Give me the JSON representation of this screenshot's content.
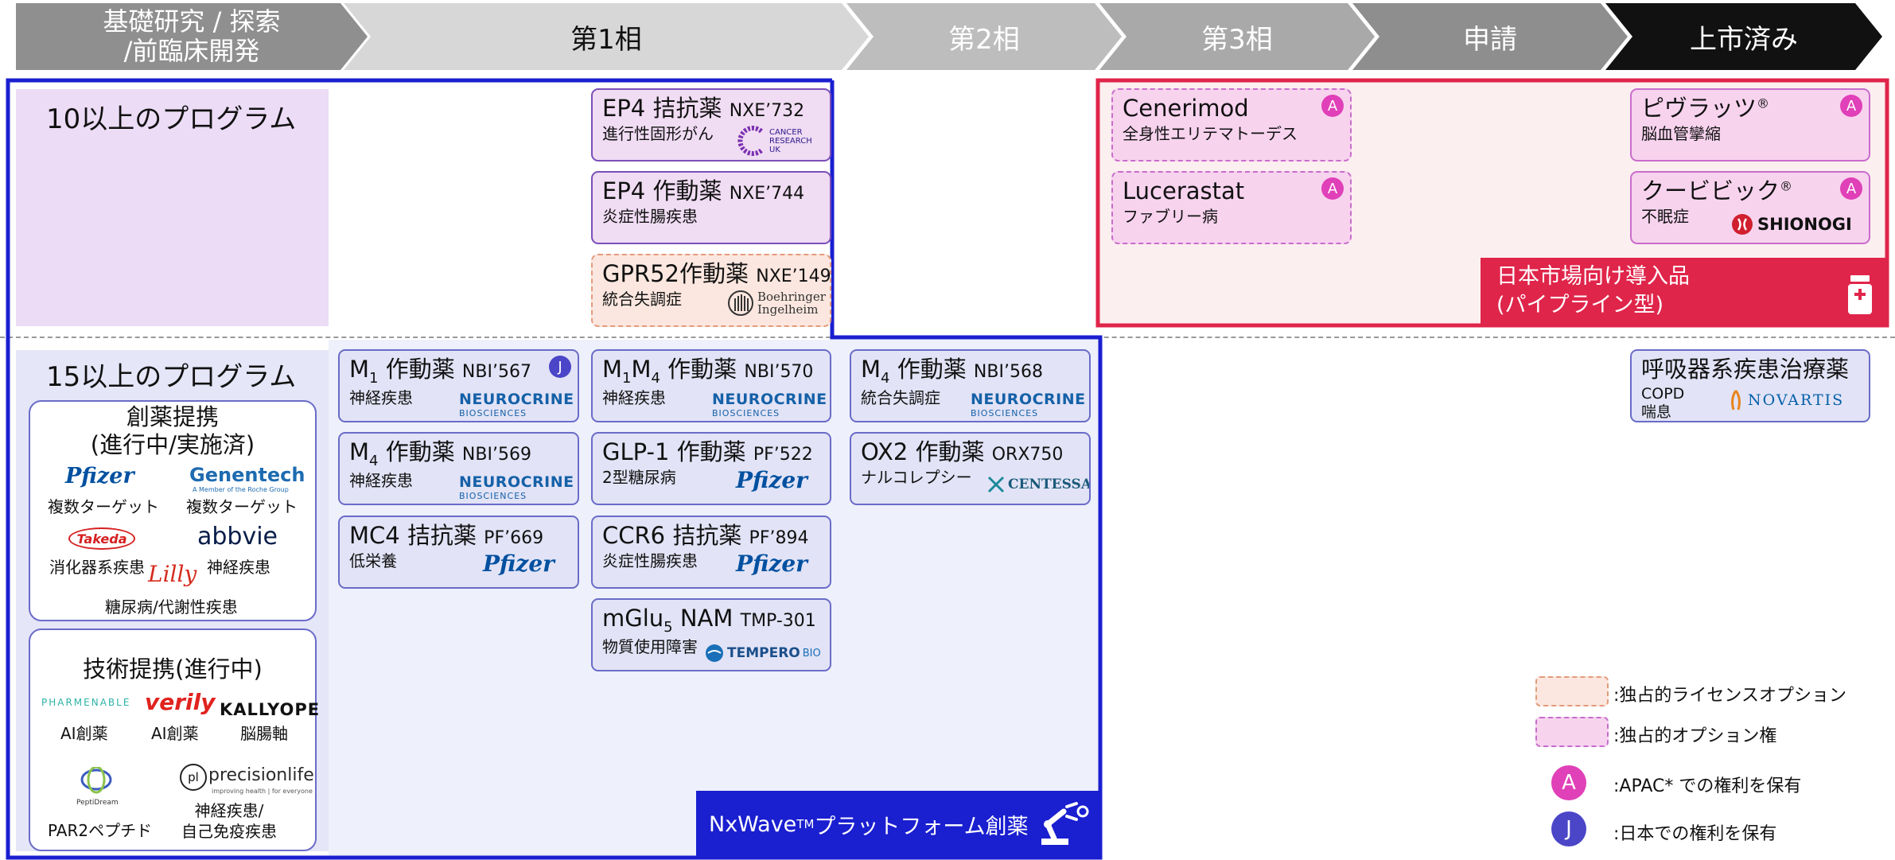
{
  "phases": [
    {
      "label": "基礎研究 / 探索\n/前臨床開発"
    },
    {
      "label": "第1相"
    },
    {
      "label": "第2相"
    },
    {
      "label": "第3相"
    },
    {
      "label": "申請"
    },
    {
      "label": "上市済み"
    }
  ],
  "sections": {
    "top_label": "10以上のプログラム",
    "bottom_label": "15以上のプログラム"
  },
  "partnerships": {
    "discovery_title": "創薬提携\n(進行中/実施済)",
    "pfizer_logo": "Pfizer",
    "pfizer_note": "複数ターゲット",
    "genentech_logo": "Genentech",
    "genentech_tagline": "A Member of the Roche Group",
    "genentech_note": "複数ターゲット",
    "takeda_logo": "Takeda",
    "takeda_note": "消化器系疾患",
    "abbvie_logo": "abbvie",
    "abbvie_note": "神経疾患",
    "lilly_logo": "Lilly",
    "lilly_note": "糖尿病/代謝性疾患",
    "tech_title": "技術提携(進行中)",
    "pharmenable_logo": "PHARMENABLE",
    "pharmenable_note": "AI創薬",
    "verily_logo": "verily",
    "verily_note": "AI創薬",
    "kallyope_logo": "KALLYOPE",
    "kallyope_note": "脳腸軸",
    "peptidream_logo": "PeptiDream",
    "peptidream_note": "PAR2ペプチド",
    "precisionlife_logo": "precisionlife",
    "precisionlife_tagline": "improving health | for everyone",
    "precisionlife_note": "神経疾患/\n自己免疫疾患"
  },
  "cards": {
    "ep4ant": {
      "title": "EP4 拮抗薬",
      "code": "NXE’732",
      "sub": "進行性固形がん",
      "logo": "CANCER\nRESEARCH\nUK"
    },
    "ep4ago": {
      "title": "EP4 作動薬",
      "code": "NXE’744",
      "sub": "炎症性腸疾患"
    },
    "gpr52": {
      "title": "GPR52作動薬",
      "code": "NXE’149",
      "sub": "統合失調症",
      "logo": "Boehringer\nIngelheim"
    },
    "m1_567": {
      "title_pre": "M",
      "title_sub": "1",
      "title_post": " 作動薬",
      "code": "NBI’567",
      "sub": "神経疾患",
      "badge": "J",
      "logo": "NEUROCRINE",
      "logo_small": "BIOSCIENCES"
    },
    "m1m4_570": {
      "title_pre": "M",
      "title_sub": "1",
      "title_mid": "M",
      "title_sub2": "4",
      "title_post": " 作動薬",
      "code": "NBI’570",
      "sub": "神経疾患",
      "logo": "NEUROCRINE",
      "logo_small": "BIOSCIENCES"
    },
    "m4_568": {
      "title_pre": "M",
      "title_sub": "4",
      "title_post": " 作動薬",
      "code": "NBI’568",
      "sub": "統合失調症",
      "logo": "NEUROCRINE",
      "logo_small": "BIOSCIENCES"
    },
    "m4_569": {
      "title_pre": "M",
      "title_sub": "4",
      "title_post": " 作動薬",
      "code": "NBI’569",
      "sub": "神経疾患",
      "logo": "NEUROCRINE",
      "logo_small": "BIOSCIENCES"
    },
    "glp1": {
      "title": "GLP-1 作動薬",
      "code": "PF’522",
      "sub": "2型糖尿病",
      "logo": "Pfizer"
    },
    "ox2": {
      "title": "OX2 作動薬",
      "code": "ORX750",
      "sub": "ナルコレプシー",
      "logo": "CENTESSA"
    },
    "mc4": {
      "title": "MC4 拮抗薬",
      "code": "PF’669",
      "sub": "低栄養",
      "logo": "Pfizer"
    },
    "ccr6": {
      "title": "CCR6 拮抗薬",
      "code": "PF’894",
      "sub": "炎症性腸疾患",
      "logo": "Pfizer"
    },
    "mglu5": {
      "title_pre": "mGlu",
      "title_sub": "5",
      "title_post": " NAM",
      "code": "TMP-301",
      "sub": "物質使用障害",
      "logo": "TEMPERO",
      "logo_small": "BIO"
    },
    "cenerimod": {
      "title": "Cenerimod",
      "sub": "全身性エリテマトーデス",
      "badge": "A"
    },
    "lucerastat": {
      "title": "Lucerastat",
      "sub": "ファブリー病",
      "badge": "A"
    },
    "pivlaz": {
      "title": "ピヴラッツ",
      "sup": "®",
      "sub": "脳血管攣縮",
      "badge": "A"
    },
    "quviviq": {
      "title": "クービビック",
      "sup": "®",
      "sub": "不眠症",
      "badge": "A",
      "logo": "SHIONOGI"
    },
    "copd": {
      "title": "呼吸器系疾患治療薬",
      "sub": "COPD\n喘息",
      "logo": "NOVARTIS"
    }
  },
  "japan_box": {
    "label": "日本市場向け導入品\n(パイプライン型)"
  },
  "nxwave": {
    "label_pre": "NxWave",
    "label_sup": "TM",
    "label_post": " プラットフォーム創薬"
  },
  "legend": [
    {
      "text": ":独占的ライセンスオプション"
    },
    {
      "text": ":独占的オプション権"
    },
    {
      "symbol": "A",
      "text": ":APAC* での権利を保有"
    },
    {
      "symbol": "J",
      "text": ":日本での権利を保有"
    }
  ],
  "colors": {
    "navy_frame": "#1a1fd0",
    "red_frame": "#e0254a",
    "badge_a": "#e040b8",
    "badge_j": "#4b45c8"
  }
}
